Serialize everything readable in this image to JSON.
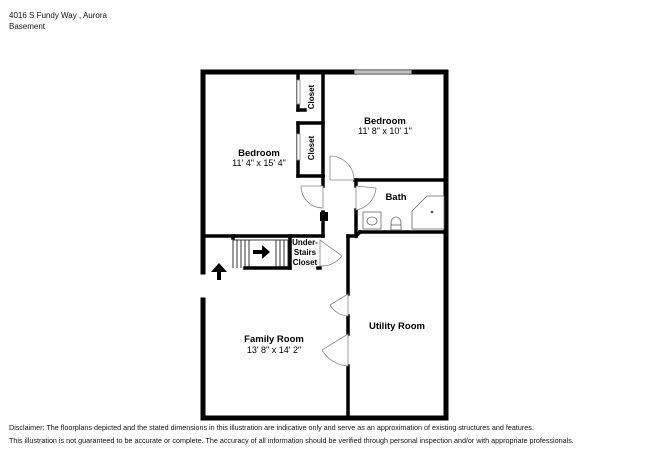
{
  "header": {
    "address": "4016 S Fundy Way , Aurora",
    "level": "Basement"
  },
  "rooms": {
    "bedroom_left": {
      "name": "Bedroom",
      "dims": "11' 4\" x 15' 4\""
    },
    "bedroom_right": {
      "name": "Bedroom",
      "dims": "11' 8\" x 10' 1\""
    },
    "closet_top": {
      "name": "Closet"
    },
    "closet_bottom": {
      "name": "Closet"
    },
    "bath": {
      "name": "Bath"
    },
    "under_stairs": {
      "line1": "Under-",
      "line2": "Stairs",
      "line3": "Closet"
    },
    "family_room": {
      "name": "Family Room",
      "dims": "13' 8\" x 14' 2\""
    },
    "utility_room": {
      "name": "Utility Room"
    }
  },
  "disclaimer": {
    "line1": "Disclaimer: The floorplans depicted and the stated dimensions in this illustration are indicative only and serve as an approximation of existing structures and features.",
    "line2": "This illustration is not guaranteed to be accurate or complete. The accuracy of all information should be verified through personal inspection and/or with appropriate professionals."
  }
}
